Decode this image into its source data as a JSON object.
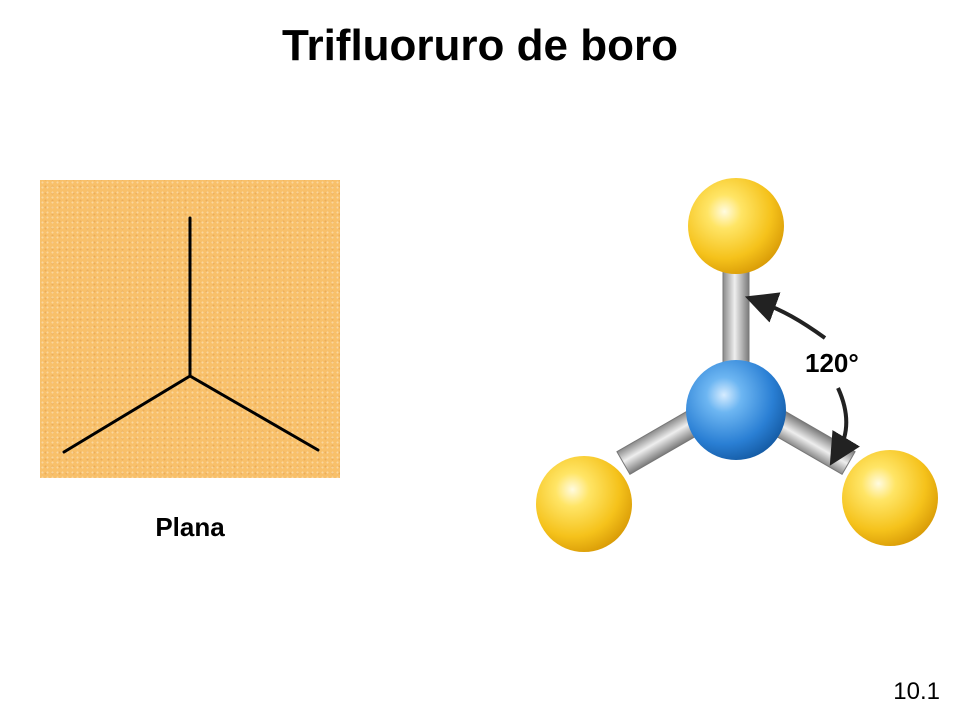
{
  "slide": {
    "title": "Trifluoruro de boro",
    "slide_number": "10.1"
  },
  "planar_diagram": {
    "label": "Plana",
    "background_color": "#f8c06a",
    "line_color": "#000000"
  },
  "molecule_model": {
    "angle_label": "120°",
    "central_atom_color": "#2a7fd4",
    "outer_atom_color": "#f5c21b",
    "bond_color": "#a9a9a9"
  }
}
